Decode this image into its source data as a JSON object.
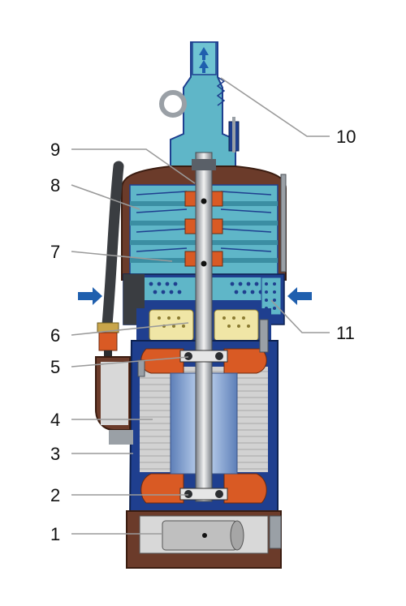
{
  "diagram": {
    "callouts": [
      {
        "id": "1",
        "label": "1"
      },
      {
        "id": "2",
        "label": "2"
      },
      {
        "id": "3",
        "label": "3"
      },
      {
        "id": "4",
        "label": "4"
      },
      {
        "id": "5",
        "label": "5"
      },
      {
        "id": "6",
        "label": "6"
      },
      {
        "id": "7",
        "label": "7"
      },
      {
        "id": "8",
        "label": "8"
      },
      {
        "id": "9",
        "label": "9"
      },
      {
        "id": "10",
        "label": "10"
      },
      {
        "id": "11",
        "label": "11"
      }
    ],
    "colors": {
      "housing": "#1f3f8f",
      "casting": "#6b3b2a",
      "impeller": "#5fb6c8",
      "impeller_dark": "#3b8ea3",
      "stator": "#c9c9c9",
      "rotor": "#8db3e6",
      "winding": "#d95a24",
      "filter": "#f0e6a6",
      "arrow": "#1f5fae"
    }
  }
}
